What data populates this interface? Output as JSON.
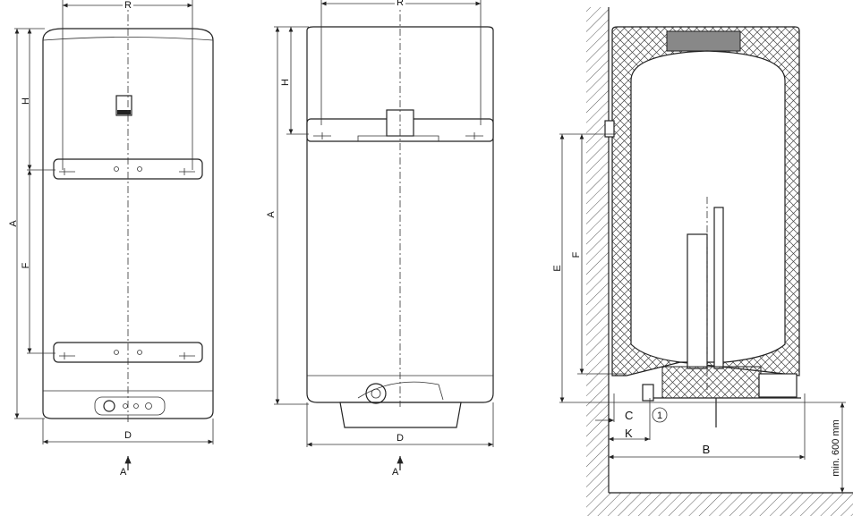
{
  "front_view": {
    "dim_r": "R",
    "dim_h": "H",
    "dim_a": "A",
    "dim_f": "F",
    "dim_d": "D",
    "view_arrow_label": "A"
  },
  "side_view": {
    "dim_r": "R",
    "dim_h": "H",
    "dim_a": "A",
    "dim_d": "D",
    "view_arrow_label": "A"
  },
  "section_view": {
    "dim_e": "E",
    "dim_f": "F",
    "dim_c": "C",
    "dim_k": "K",
    "dim_b": "B",
    "callout_1": "1",
    "min_clearance": "min. 600 mm"
  }
}
